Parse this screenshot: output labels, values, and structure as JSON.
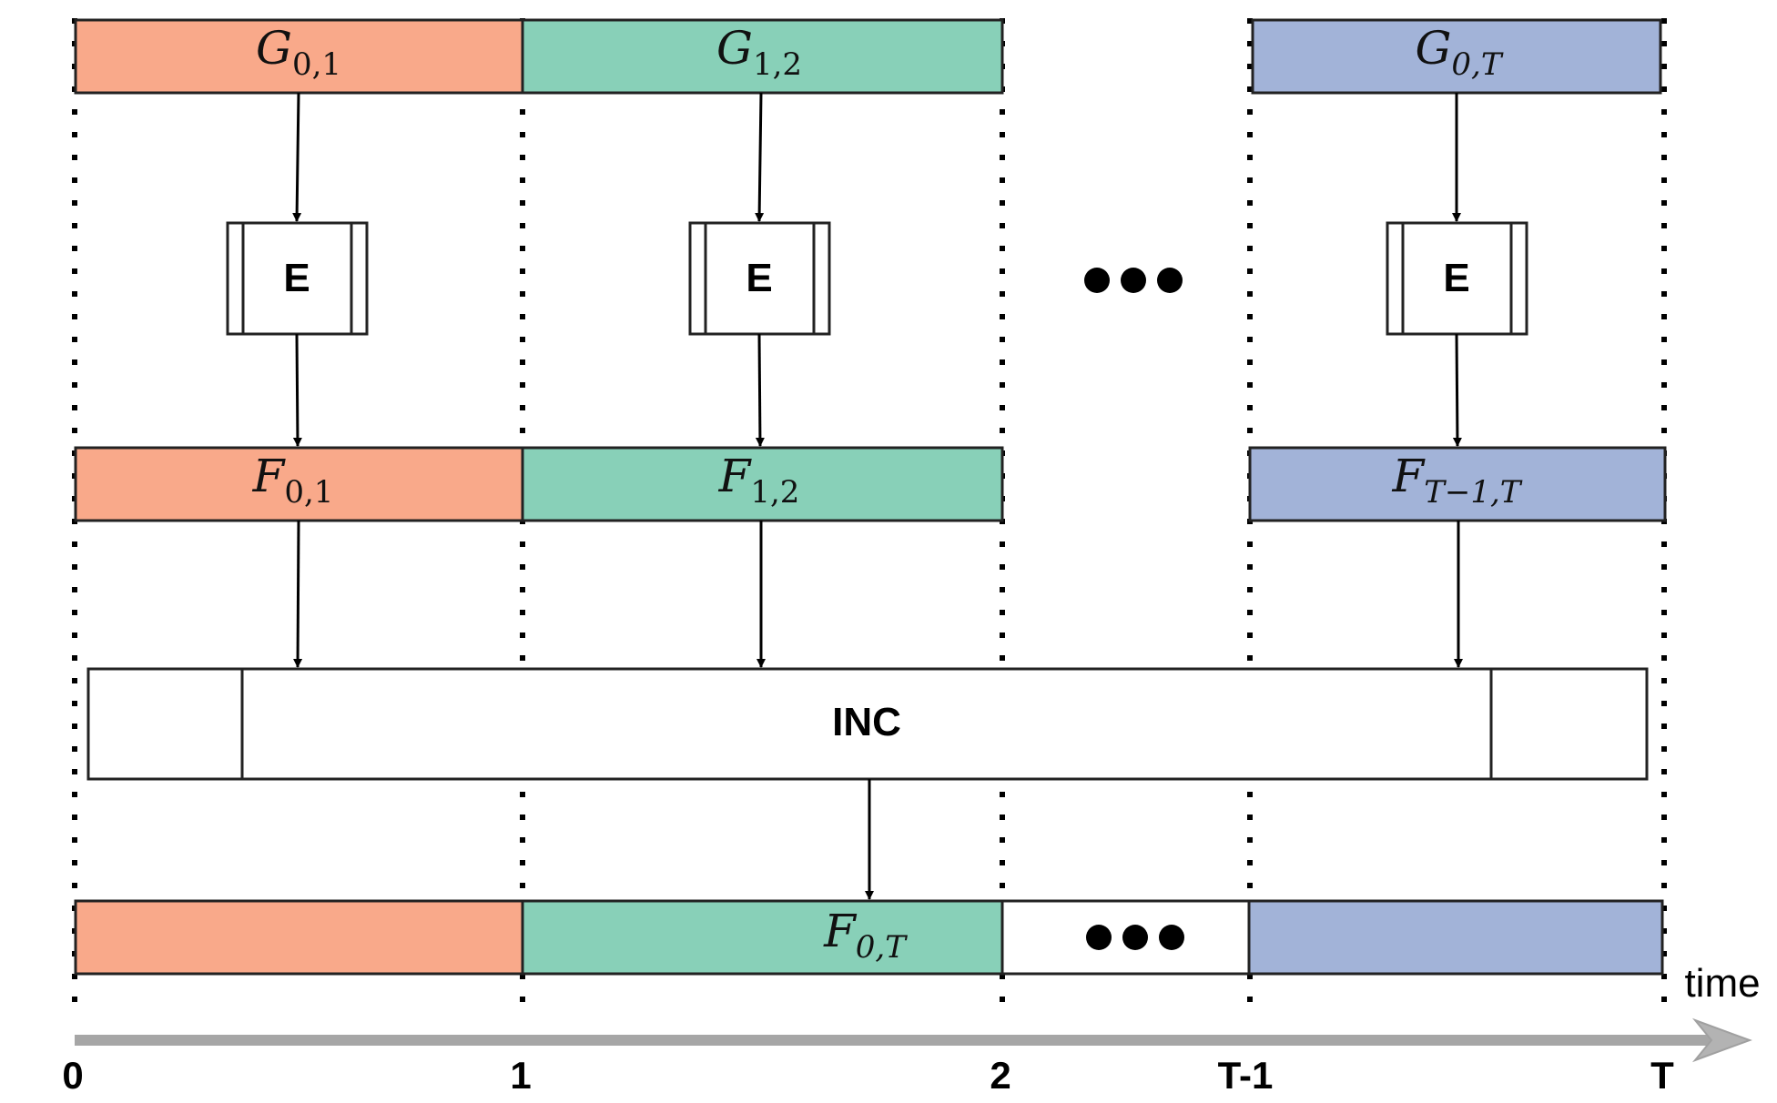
{
  "colors": {
    "orange": "#f9a98a",
    "green": "#88d0b8",
    "blue": "#a2b3d8",
    "stroke": "#222222",
    "axis": "#a6a6a6"
  },
  "top_row": {
    "bar_0_1": {
      "symbol": "G",
      "subscript": "0,1"
    },
    "bar_1_2": {
      "symbol": "G",
      "subscript": "1,2"
    },
    "bar_0_T": {
      "symbol": "G",
      "subscript": "0,T"
    }
  },
  "encoder_label": "E",
  "ellipsis_middle": "•••",
  "mid_row": {
    "bar_0_1": {
      "symbol": "F",
      "subscript": "0,1"
    },
    "bar_1_2": {
      "symbol": "F",
      "subscript": "1,2"
    },
    "bar_T1_T": {
      "symbol": "F",
      "subscript": "T−1,T"
    }
  },
  "inc_label": "INC",
  "bottom_row": {
    "label": {
      "symbol": "F",
      "subscript": "0,T"
    },
    "ellipsis": "•••"
  },
  "axis": {
    "title": "time",
    "ticks": [
      "0",
      "1",
      "2",
      "T-1",
      "T"
    ]
  }
}
